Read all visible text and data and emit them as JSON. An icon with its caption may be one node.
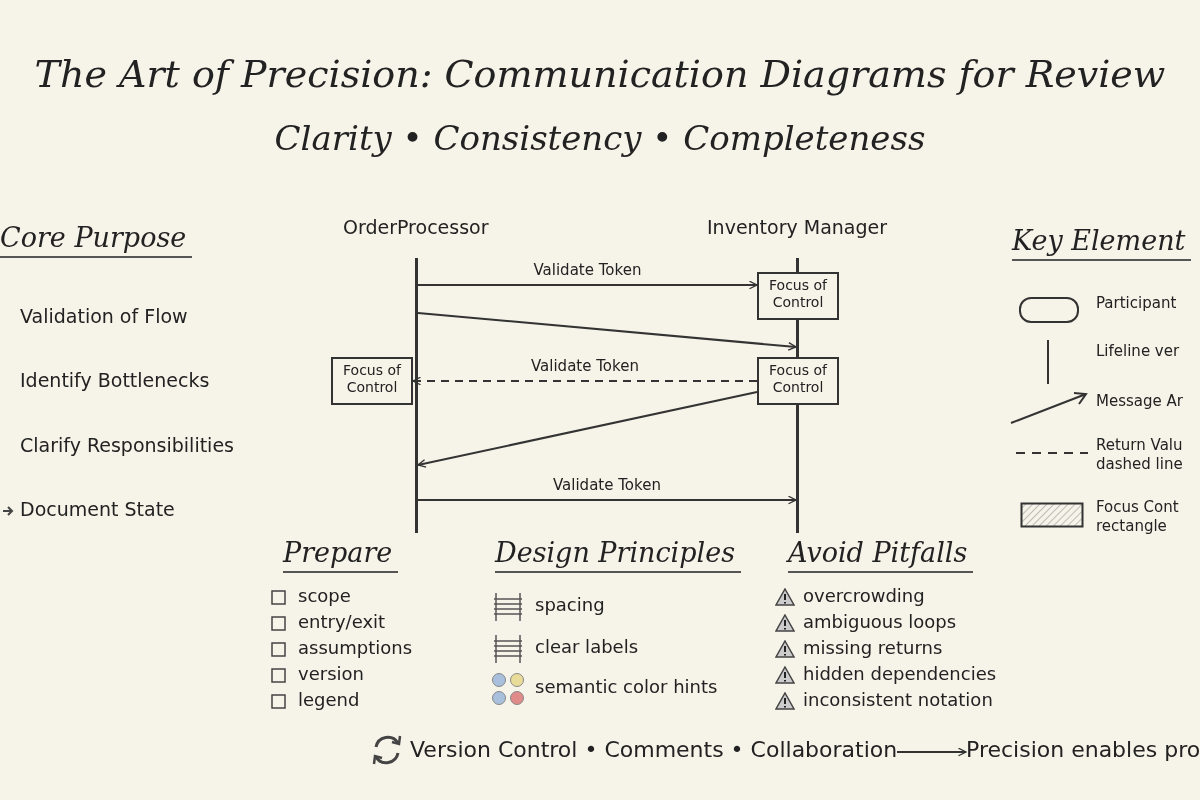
{
  "diagram": {
    "title": "The Art of Precision: Communication Diagrams for Review",
    "nodes": [
      {
        "text": [
          "OrderProcessor"
        ]
      },
      {
        "text": [
          "Inventory Manager"
        ]
      },
      {
        "text": [],
        "shape": "bar"
      },
      {
        "text": [],
        "shape": "bar"
      },
      {
        "text": [
          "Focus of Control"
        ]
      },
      {
        "text": [
          "Focus of Control"
        ]
      },
      {
        "text": [
          "Focus of Control"
        ]
      },
      {
        "text": [
          "Version Control • Comments • Collaboration"
        ]
      },
      {
        "text": [
          "Precision enables pro"
        ]
      }
    ],
    "edges": [
      {
        "from": 2,
        "to": 4,
        "arrow": "to",
        "label": "Validate Token"
      },
      {
        "from": 2,
        "to": 3,
        "arrow": "to"
      },
      {
        "from": 6,
        "to": 5,
        "arrow": "to",
        "label": "Validate Token",
        "style": "dashed"
      },
      {
        "from": 6,
        "to": 2,
        "arrow": "to"
      },
      {
        "from": 2,
        "to": 3,
        "arrow": "to",
        "label": "Validate Token"
      },
      {
        "from": 7,
        "to": 8,
        "arrow": "to"
      }
    ],
    "labels": [
      "Clarity • Consistency • Completeness",
      "Core Purpose",
      "Validation of Flow",
      "Identify Bottlenecks",
      "Clarify Responsibilities",
      "Document State",
      "Key Element",
      "Prepare",
      "scope",
      "entry/exit",
      "assumptions",
      "version",
      "legend",
      "Design Principles",
      "spacing",
      "clear labels",
      "semantic color hints",
      "Avoid Pitfalls",
      "overcrowding",
      "ambiguous loops",
      "missing returns",
      "hidden dependencies",
      "inconsistent notation"
    ],
    "legend": [
      {
        "text": "Participant"
      },
      {
        "text": "Lifeline ver"
      },
      {
        "text": "Message Ar"
      },
      {
        "text": "Return Valu dashed line"
      },
      {
        "text": "Focus Cont rectangle"
      }
    ]
  }
}
